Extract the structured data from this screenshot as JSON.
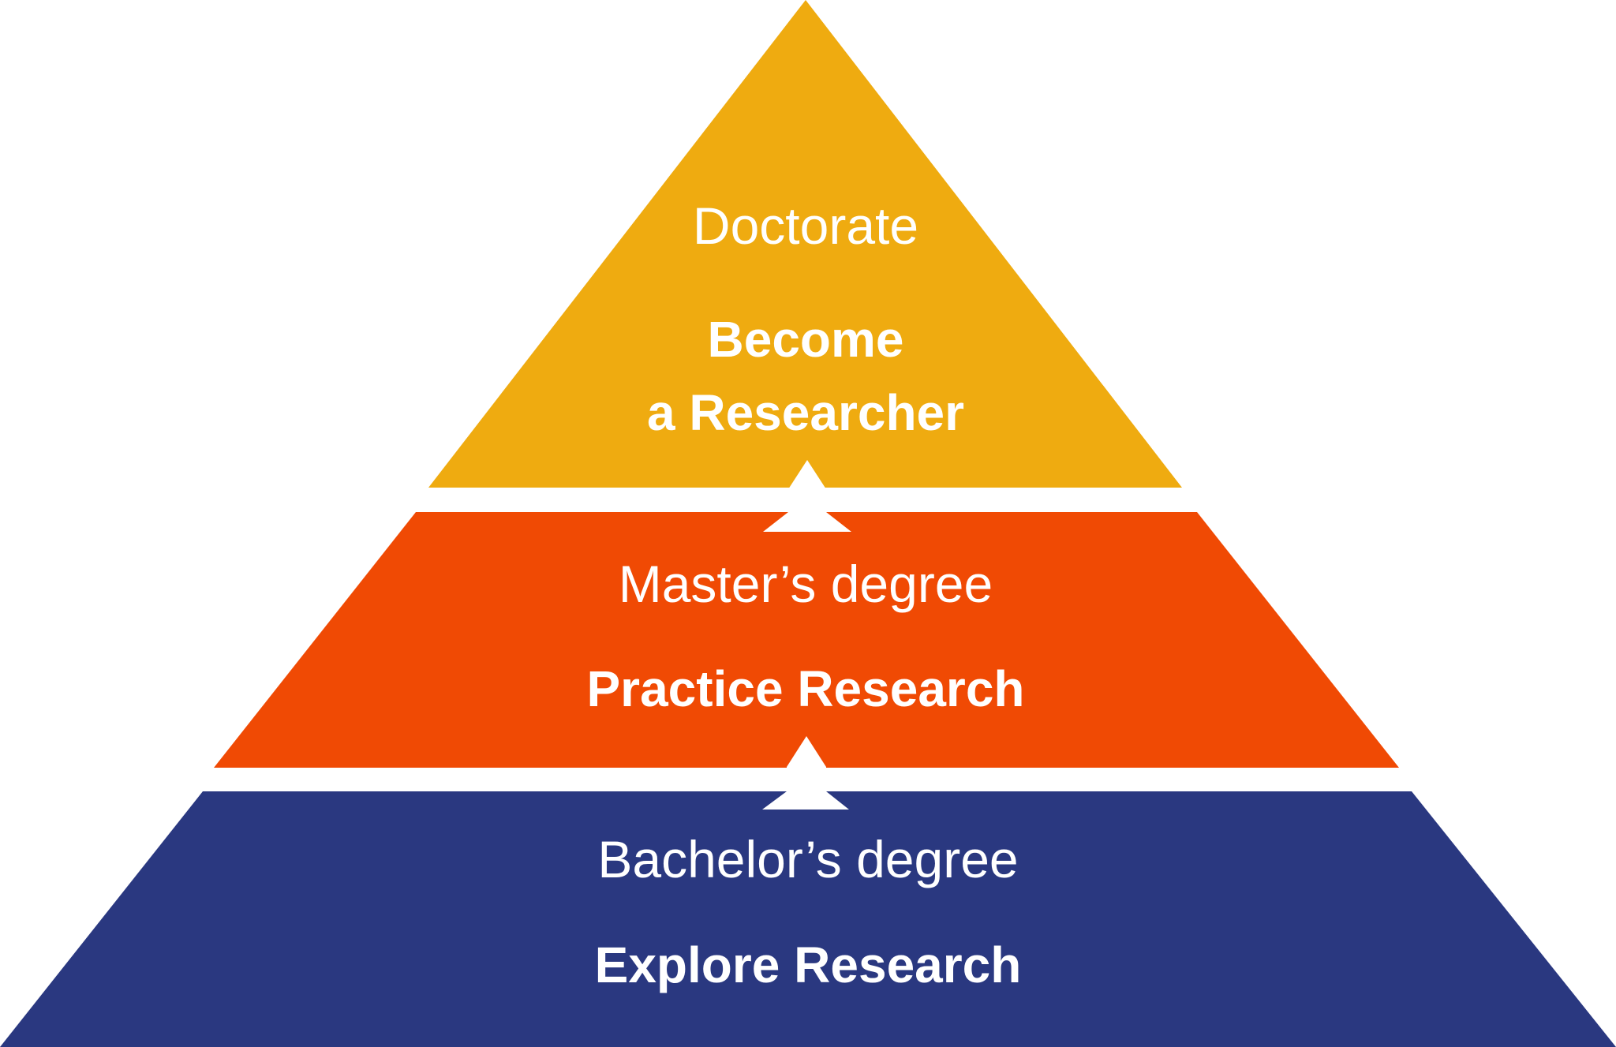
{
  "pyramid": {
    "tiers": [
      {
        "degree": "Doctorate",
        "title_line1": "Become",
        "title_line2": "a Researcher",
        "color": "#EFAB10"
      },
      {
        "degree": "Master’s degree",
        "title": "Practice Research",
        "color": "#F04A04"
      },
      {
        "degree": "Bachelor’s degree",
        "title": "Explore Research",
        "color": "#2A3880"
      }
    ],
    "connector_color": "#FFFFFF",
    "connector_icon": "up-arrow-triangle"
  }
}
